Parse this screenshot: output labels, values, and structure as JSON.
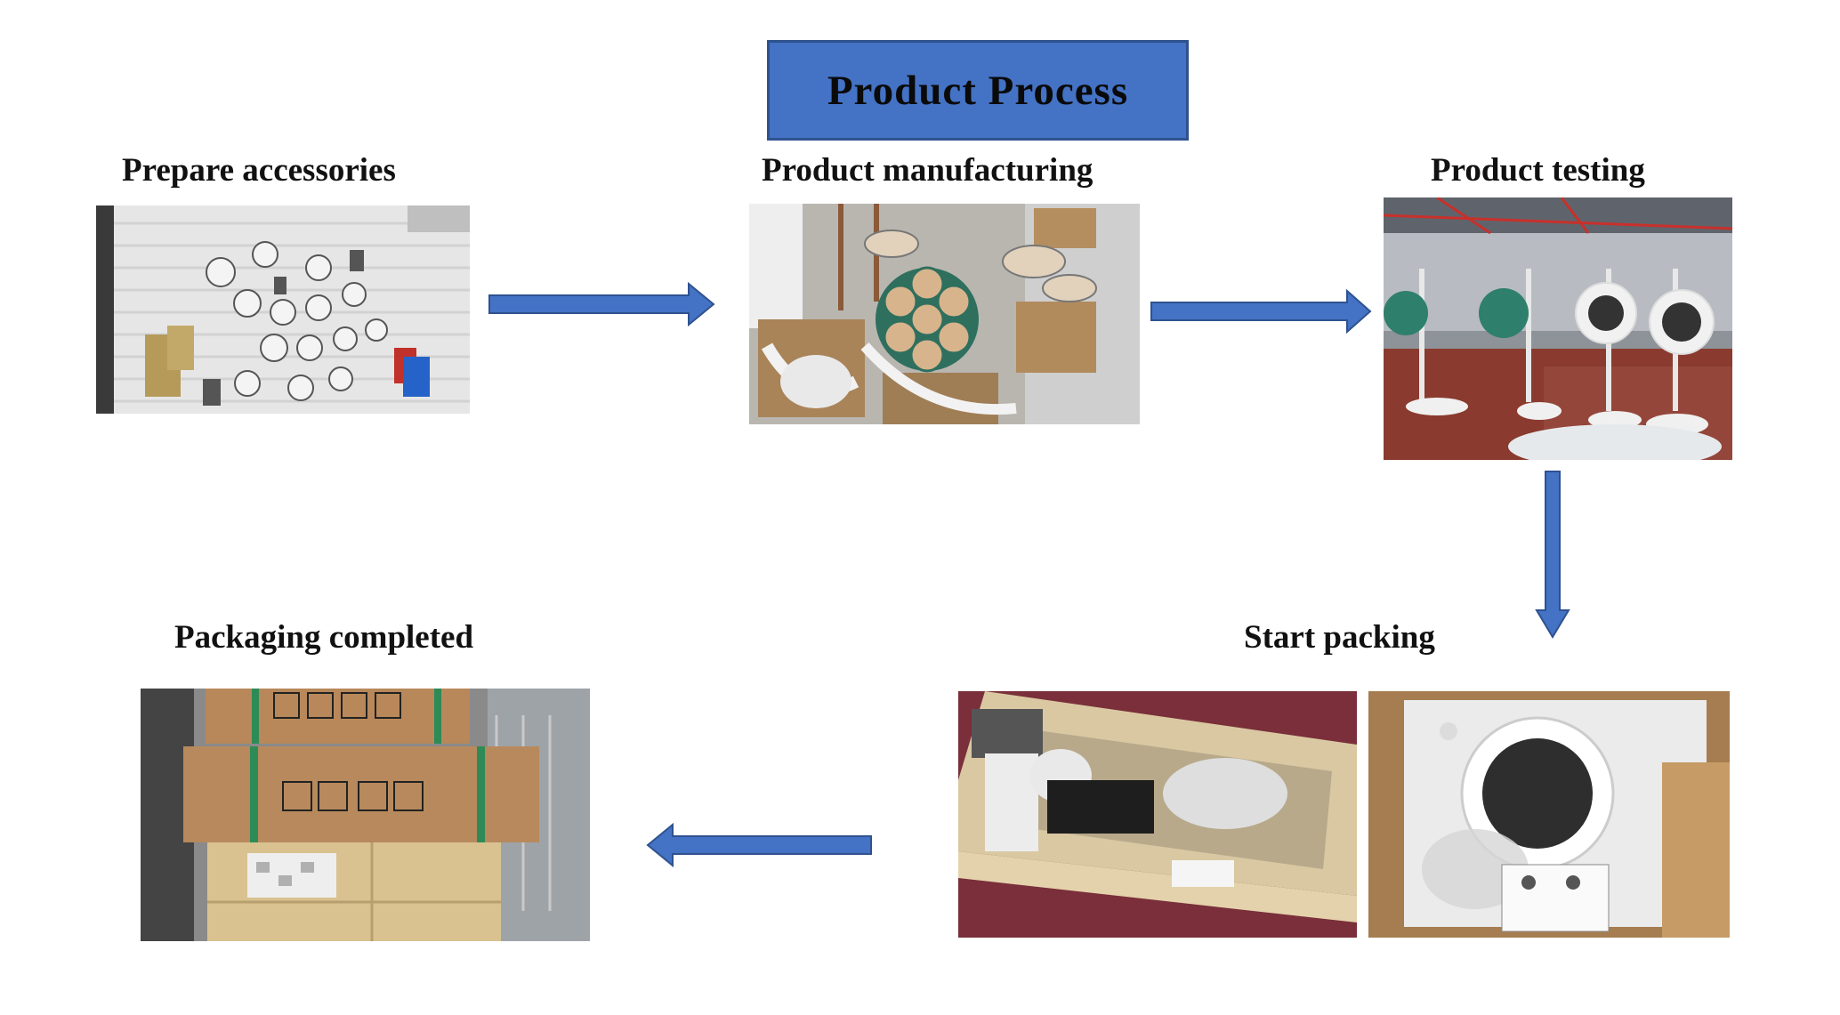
{
  "title": "Product Process",
  "steps": {
    "prepare": "Prepare accessories",
    "manufacturing": "Product manufacturing",
    "testing": "Product testing",
    "start_packing": "Start packing",
    "completed": "Packaging completed"
  },
  "colors": {
    "accent": "#4472c4",
    "accent_border": "#2f528f"
  },
  "images": [
    "prepare-accessories-photo",
    "product-manufacturing-photo",
    "product-testing-photo",
    "start-packing-crate-photo",
    "start-packing-box-photo",
    "packaging-completed-photo"
  ]
}
